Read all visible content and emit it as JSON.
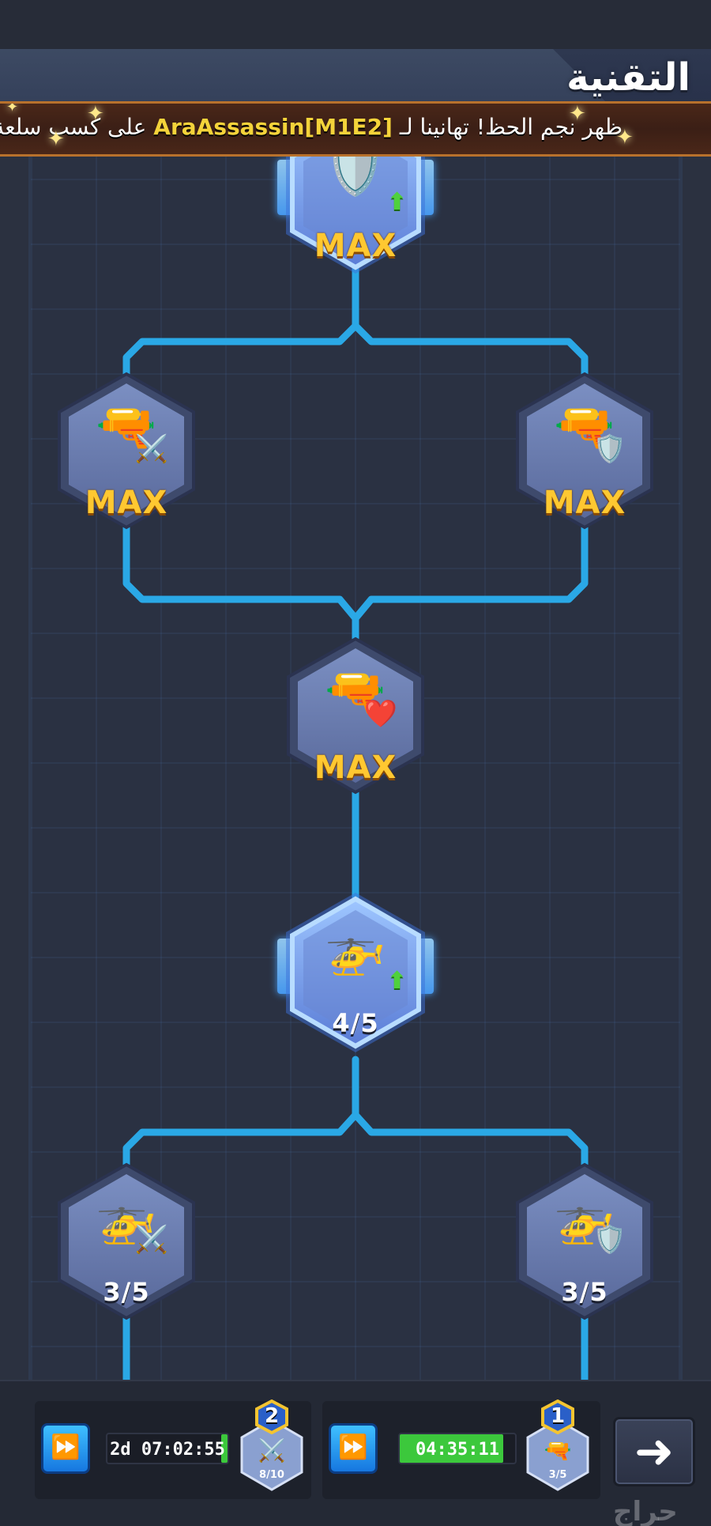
{
  "screen": {
    "title": "التقنية"
  },
  "ticker": {
    "before": "ظهر نجم الحظ! تهانينا لـ",
    "player": "AraAssassin[M1E2]",
    "after": "على كسب سلعة ثمينة"
  },
  "nodes": [
    {
      "id": "tank-attack-speed",
      "unit": "tank",
      "upgrade": "firepower",
      "level": "MAX",
      "highlighted": true
    },
    {
      "id": "tank-damage",
      "unit": "tank",
      "upgrade": "sword",
      "level": "MAX",
      "highlighted": false
    },
    {
      "id": "tank-defense",
      "unit": "tank",
      "upgrade": "shield",
      "level": "MAX",
      "highlighted": false
    },
    {
      "id": "tank-health",
      "unit": "tank",
      "upgrade": "heart",
      "level": "MAX",
      "highlighted": false
    },
    {
      "id": "heli-attack-speed",
      "unit": "helicopter",
      "upgrade": "firepower",
      "level": "4/5",
      "highlighted": true
    },
    {
      "id": "heli-damage",
      "unit": "helicopter",
      "upgrade": "sword",
      "level": "3/5",
      "highlighted": false
    },
    {
      "id": "heli-defense",
      "unit": "helicopter",
      "upgrade": "shield",
      "level": "3/5",
      "highlighted": false
    }
  ],
  "queue": [
    {
      "timer": "2d 07:02:55",
      "slot_number": "2",
      "item_level": "8/10",
      "timer_color": "#1a1d26",
      "progress": 0.05
    },
    {
      "timer": "04:35:11",
      "slot_number": "1",
      "item_level": "3/5",
      "timer_color": "#3cc83c",
      "progress": 0.9
    }
  ],
  "icons": {
    "speedup": "fast-forward-icon",
    "next": "arrow-right-icon"
  },
  "colors": {
    "connector": "#2aa8e6",
    "max_text": "#ffc831",
    "glow": "#4aa3ff",
    "player_name": "#f4d33a"
  },
  "watermark": "حراج"
}
